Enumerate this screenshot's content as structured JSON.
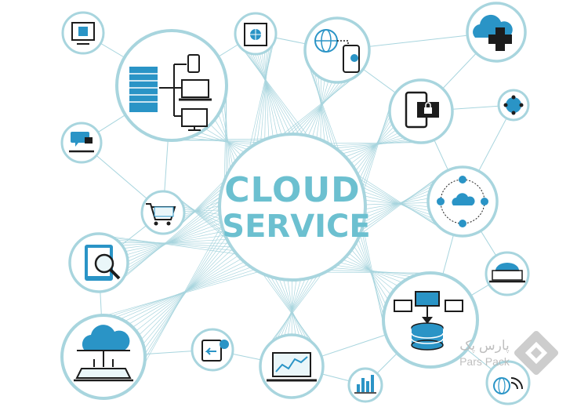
{
  "center": {
    "line1": "CLOUD",
    "line2": "SERVICE"
  },
  "watermark": {
    "arabic": "پارس پک",
    "latin": "Pars Pack"
  },
  "colors": {
    "stroke": "#a8d5de",
    "accent": "#2a94c6",
    "dark": "#1c1c1c",
    "light_fill": "#eaf6f9"
  },
  "nodes": [
    {
      "name": "network-diagram-icon",
      "kind": "large"
    },
    {
      "name": "cloud-upload-icon",
      "kind": "large"
    },
    {
      "name": "database-network-icon",
      "kind": "large"
    },
    {
      "name": "analytics-laptop-icon",
      "kind": "medium"
    },
    {
      "name": "globe-mobile-icon",
      "kind": "medium"
    },
    {
      "name": "secure-mobile-icon",
      "kind": "medium"
    },
    {
      "name": "people-cloud-network-icon",
      "kind": "medium"
    },
    {
      "name": "search-tablet-icon",
      "kind": "medium"
    },
    {
      "name": "shopping-cart-icon",
      "kind": "small"
    },
    {
      "name": "share-tablet-icon",
      "kind": "small"
    },
    {
      "name": "monitor-chip-icon",
      "kind": "small"
    },
    {
      "name": "safe-icon",
      "kind": "small"
    },
    {
      "name": "chat-laptop-icon",
      "kind": "small"
    },
    {
      "name": "cloud-add-icon",
      "kind": "small"
    },
    {
      "name": "connected-globe-icon",
      "kind": "small"
    },
    {
      "name": "globe-laptop-icon",
      "kind": "small"
    },
    {
      "name": "bar-chart-icon",
      "kind": "small"
    },
    {
      "name": "wifi-globe-icon",
      "kind": "small"
    }
  ]
}
